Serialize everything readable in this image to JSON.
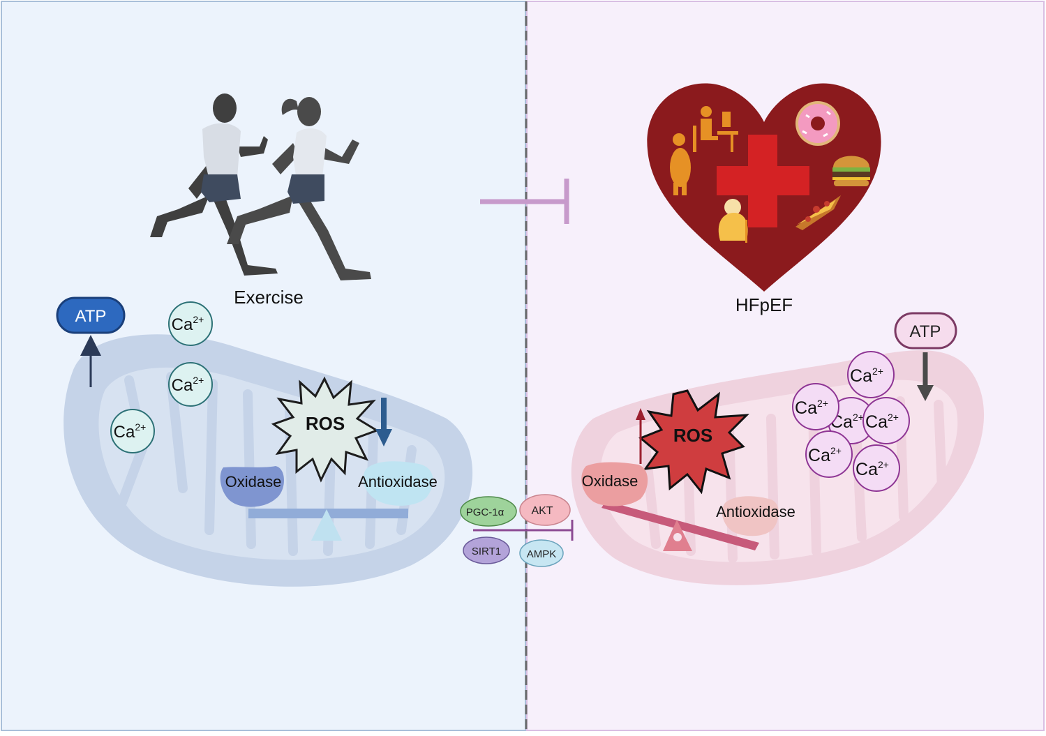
{
  "colors": {
    "left_bg": "#ecf3fc",
    "right_bg": "#f7f0fb",
    "left_mito": "#c3d2e8",
    "right_mito": "#f0d1dd",
    "heart": "#8b1a1d",
    "cross": "#d42224",
    "atp_left": "#2d69bf",
    "atp_right": "#f6dced",
    "ros_left": "#e1ece8",
    "ros_right": "#cf3d3f",
    "inhibit": "#c79acb",
    "lifestyle_icons": "#e69125"
  },
  "left": {
    "label": "Exercise",
    "atp": "ATP",
    "calcium": {
      "symbol": "Ca",
      "charge": "2+"
    },
    "ros": "ROS",
    "oxidase": "Oxidase",
    "antioxidase": "Antioxidase",
    "atp_trend": "up",
    "ros_trend": "down",
    "balance": "level"
  },
  "right": {
    "label": "HFpEF",
    "atp": "ATP",
    "calcium": {
      "symbol": "Ca",
      "charge": "2+"
    },
    "ros": "ROS",
    "oxidase": "Oxidase",
    "antioxidase": "Antioxidase",
    "atp_trend": "down",
    "ros_trend": "up",
    "balance": "tilted-toward-oxidase",
    "risk_icons": [
      "obese-person-icon",
      "desk-worker-icon",
      "donut-icon",
      "burger-icon",
      "pizza-icon",
      "elderly-person-icon"
    ]
  },
  "pathways": {
    "pgc1a": "PGC-1α",
    "akt": "AKT",
    "sirt1": "SIRT1",
    "ampk": "AMPK"
  }
}
